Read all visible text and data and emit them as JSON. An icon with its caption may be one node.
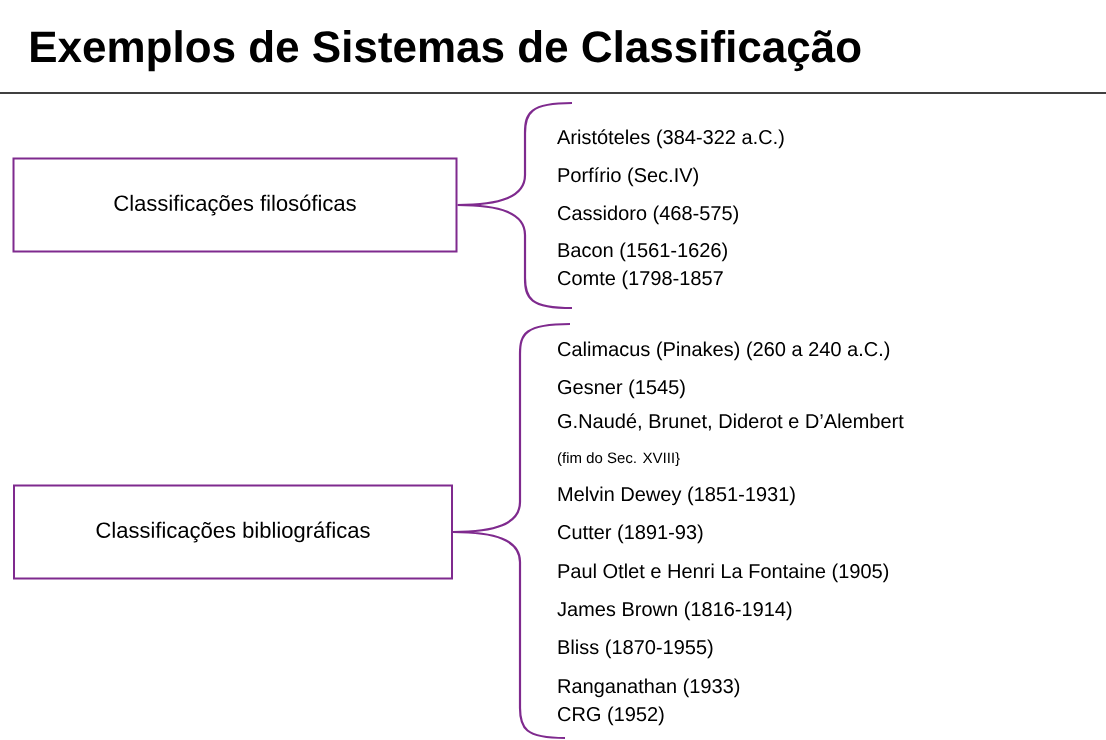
{
  "diagram": {
    "title": "Exemplos de Sistemas de Classificação",
    "nodes": [
      {
        "text": [
          "Classificações filosóficas"
        ]
      },
      {
        "text": [
          "Aristóteles (384-322 a.C.)",
          "Porfírio (Sec.IV)",
          "Cassidoro (468-575)",
          "Bacon (1561-1626)",
          "Comte (1798-1857"
        ]
      },
      {
        "text": [
          "Classificações bibliográficas"
        ]
      },
      {
        "text": [
          "Calimacus (Pinakes) (260 a 240 a.C.)",
          "Gesner (1545)",
          "G.Naudé, Brunet, Diderot e D’Alembert",
          "(fim do Sec. XVIII}",
          "Melvin Dewey (1851-1931)",
          "Cutter (1891-93)",
          "Paul Otlet e Henri La Fontaine (1905)",
          "James Brown (1816-1914)",
          "Bliss (1870-1955)",
          "Ranganathan (1933)",
          "CRG (1952)"
        ]
      }
    ],
    "edges": [
      {
        "from": 0,
        "to": 1,
        "arrow": "none"
      },
      {
        "from": 2,
        "to": 3,
        "arrow": "none"
      }
    ]
  }
}
